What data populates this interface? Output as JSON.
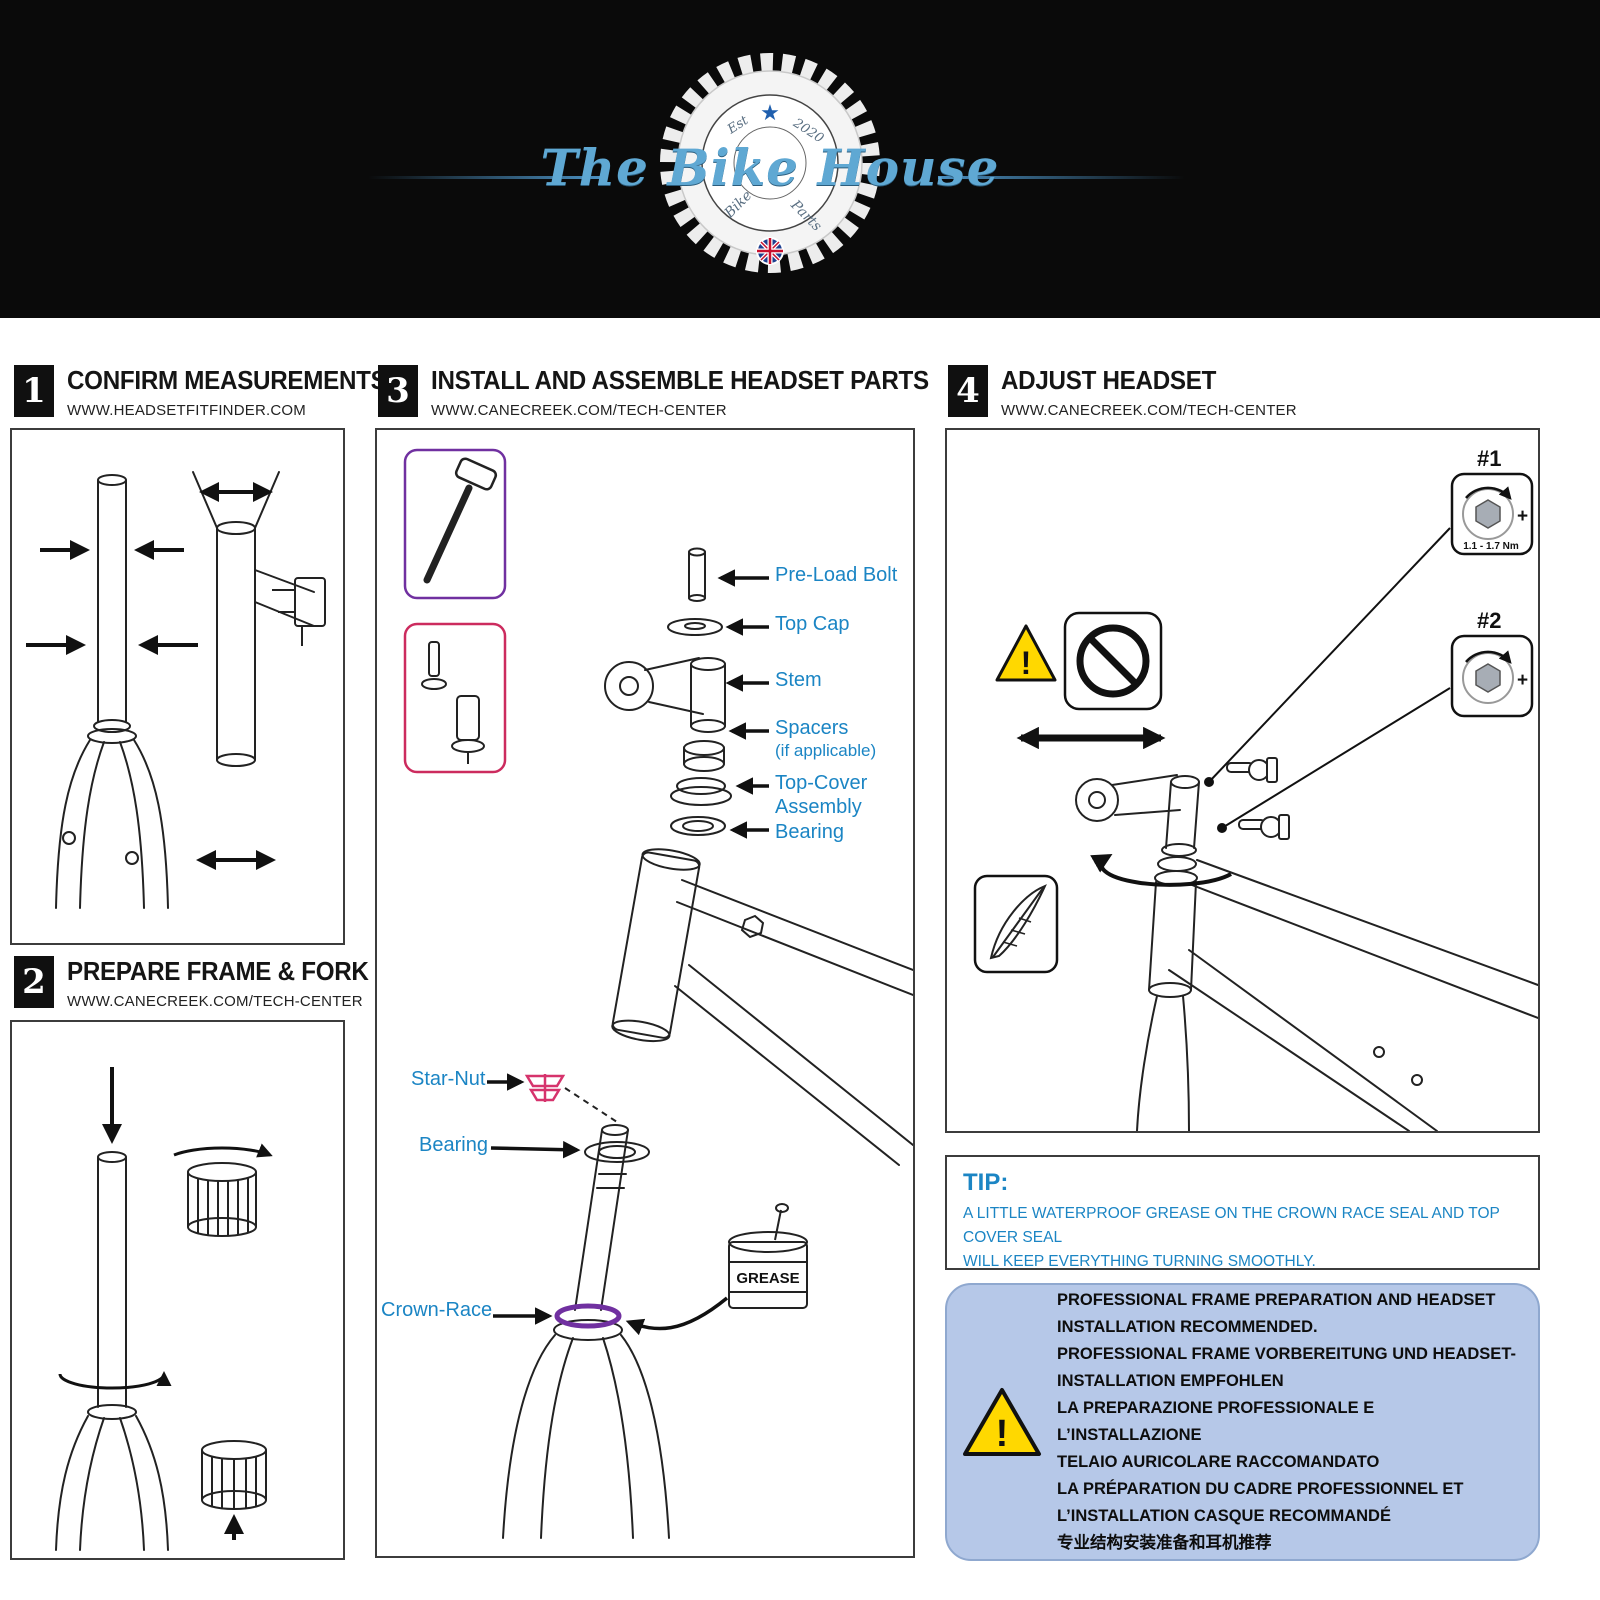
{
  "header": {
    "brand": "The Bike House",
    "est": "Est",
    "year": "2020",
    "ring_left": "Bike",
    "ring_right": "Parts"
  },
  "steps": {
    "s1": {
      "number": "1",
      "title": "CONFIRM MEASUREMENTS",
      "url": "WWW.HEADSETFITFINDER.COM"
    },
    "s2": {
      "number": "2",
      "title": "PREPARE FRAME & FORK",
      "url": "WWW.CANECREEK.COM/TECH-CENTER"
    },
    "s3": {
      "number": "3",
      "title": "INSTALL AND ASSEMBLE HEADSET PARTS",
      "url": "WWW.CANECREEK.COM/TECH-CENTER"
    },
    "s4": {
      "number": "4",
      "title": "ADJUST HEADSET",
      "url": "WWW.CANECREEK.COM/TECH-CENTER"
    }
  },
  "exploded_labels": {
    "pre_load_bolt": "Pre-Load Bolt",
    "top_cap": "Top Cap",
    "stem": "Stem",
    "spacers": "Spacers",
    "spacers_note": "(if applicable)",
    "top_cover_line1": "Top-Cover",
    "top_cover_line2": "Assembly",
    "bearing_upper": "Bearing",
    "star_nut": "Star-Nut",
    "bearing_lower": "Bearing",
    "crown_race": "Crown-Race",
    "grease_can": "GREASE"
  },
  "adjust": {
    "tool1_label": "#1",
    "tool1_torque": "1.1 - 1.7 Nm",
    "tool2_label": "#2"
  },
  "tip": {
    "title": "TIP:",
    "line1": "A LITTLE WATERPROOF GREASE ON THE CROWN RACE SEAL AND TOP COVER SEAL",
    "line2": "WILL KEEP EVERYTHING TURNING SMOOTHLY."
  },
  "notice": {
    "lines": [
      "PROFESSIONAL FRAME PREPARATION AND HEADSET",
      "INSTALLATION RECOMMENDED.",
      "PROFESSIONAL FRAME VORBEREITUNG UND HEADSET-",
      "INSTALLATION EMPFOHLEN",
      "LA PREPARAZIONE PROFESSIONALE E L’INSTALLAZIONE",
      "TELAIO AURICOLARE RACCOMANDATO",
      "LA PRÉPARATION DU CADRE PROFESSIONNEL ET",
      "L’INSTALLATION CASQUE RECOMMANDÉ",
      "专业结构安装准备和耳机推荐"
    ]
  },
  "icons": {
    "warning_mark": "!",
    "plus_mark": "+",
    "star": "★"
  },
  "colors": {
    "banner_bg": "#0a0a0a",
    "brand_blue": "#5fa8d3",
    "label_blue": "#1b85c4",
    "notice_bg": "#b6c8e8",
    "warning_yellow": "#ffd800",
    "tool_box_purple": "#7030a0",
    "tool_box_pink": "#cc2b5e",
    "star_nut_pink": "#d6336c",
    "crown_race_purple": "#7030a0"
  }
}
